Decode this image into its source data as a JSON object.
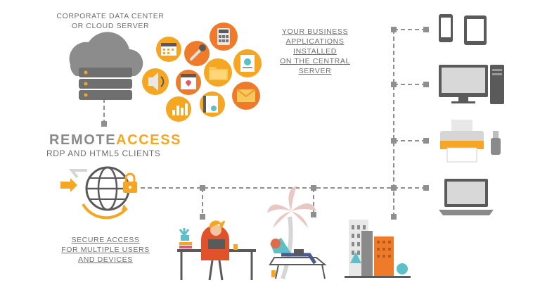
{
  "headings": {
    "cloud_line1": "CORPORATE DATA CENTER",
    "cloud_line2": "OR CLOUD SERVER",
    "apps_lines": [
      "YOUR BUSINESS",
      "APPLICATIONS",
      "INSTALLED",
      "ON THE CENTRAL",
      "SERVER"
    ],
    "secure_lines": [
      "SECURE ACCESS",
      "FOR MULTIPLE USERS",
      "AND DEVICES"
    ]
  },
  "brand": {
    "part1": "REMOTE",
    "part2": "ACCESS",
    "subtitle": "RDP AND HTML5 CLIENTS"
  },
  "colors": {
    "orange": "#f5a623",
    "dark_orange": "#ef7b2a",
    "gray": "#8a8a8a",
    "light_gray": "#d6d6d6",
    "line": "#8f8f8f"
  },
  "app_icons": [
    "calculator-icon",
    "mail-icon",
    "calendar-icon",
    "music-icon",
    "document-icon",
    "folder-icon",
    "chart-icon",
    "notes-icon",
    "sound-icon",
    "email-icon",
    "bar-chart-icon"
  ],
  "devices": [
    "phone-tablet-icon",
    "desktop-computer-icon",
    "printer-icon",
    "usb-drive-icon",
    "laptop-icon"
  ],
  "users": [
    "desk-worker",
    "beach-worker",
    "city-buildings"
  ]
}
